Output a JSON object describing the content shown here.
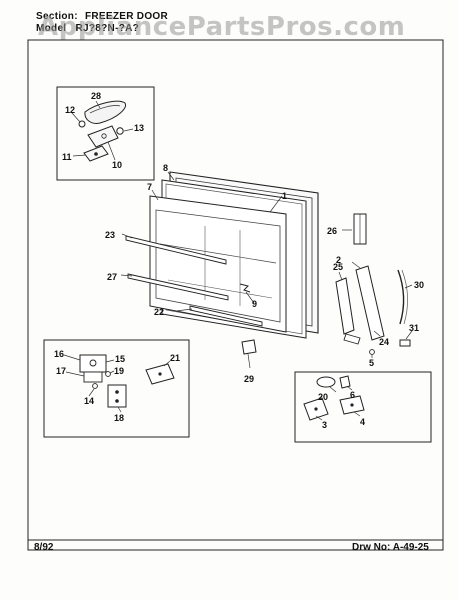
{
  "header": {
    "section_label": "Section:",
    "section_value": "FREEZER DOOR",
    "model_label": "Model",
    "model_value": "RJ?8?N-?A?"
  },
  "watermark": "AppliancePartsPros.com",
  "footer": {
    "date": "8/92",
    "drawing_no": "Drw No: A-49-25"
  },
  "part_labels": [
    "1",
    "2",
    "3",
    "4",
    "5",
    "6",
    "7",
    "8",
    "9",
    "10",
    "11",
    "12",
    "13",
    "14",
    "15",
    "16",
    "17",
    "18",
    "19",
    "20",
    "21",
    "22",
    "23",
    "24",
    "25",
    "26",
    "27",
    "28",
    "29",
    "30",
    "31"
  ]
}
